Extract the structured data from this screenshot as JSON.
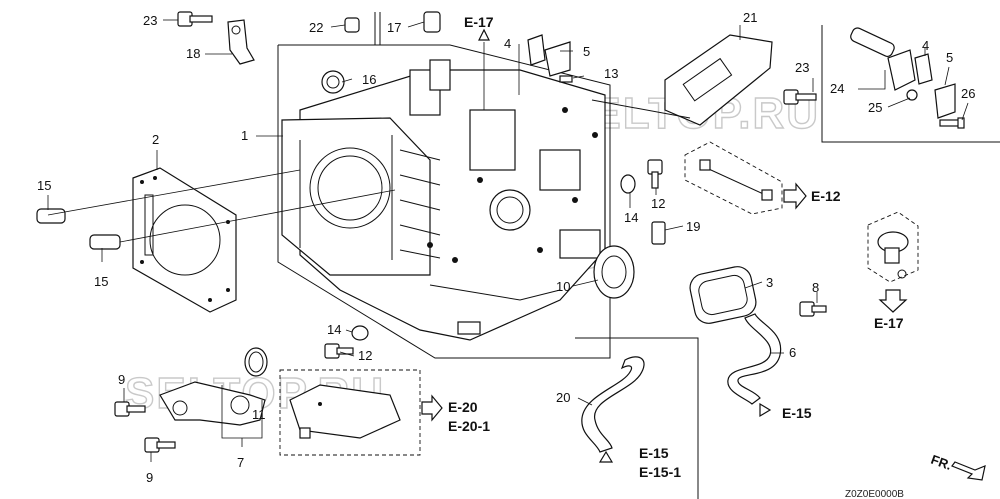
{
  "watermark": "SELTOP.RU",
  "direction_label": "FR.",
  "diagram_code": "Z0Z0E0000B",
  "callouts": {
    "c1": "1",
    "c2": "2",
    "c3": "3",
    "c4a": "4",
    "c4b": "4",
    "c5a": "5",
    "c5b": "5",
    "c6": "6",
    "c7": "7",
    "c8": "8",
    "c9a": "9",
    "c9b": "9",
    "c10": "10",
    "c11": "11",
    "c12a": "12",
    "c12b": "12",
    "c13": "13",
    "c14a": "14",
    "c14b": "14",
    "c15a": "15",
    "c15b": "15",
    "c16": "16",
    "c17": "17",
    "c18": "18",
    "c19": "19",
    "c20": "20",
    "c21": "21",
    "c22": "22",
    "c23a": "23",
    "c23b": "23",
    "c24": "24",
    "c25": "25",
    "c26": "26"
  },
  "references": {
    "e17_top": "E-17",
    "e17_right": "E-17",
    "e12": "E-12",
    "e20": "E-20",
    "e20_1": "E-20-1",
    "e15_right": "E-15",
    "e15_bottom": "E-15",
    "e15_1": "E-15-1"
  }
}
